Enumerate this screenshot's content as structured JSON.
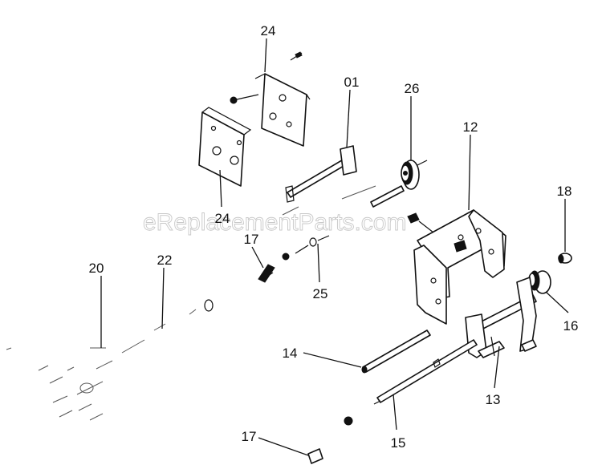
{
  "watermark": "eReplacementParts.com",
  "callouts": [
    {
      "id": "c24a",
      "text": "24"
    },
    {
      "id": "c01",
      "text": "01"
    },
    {
      "id": "c26",
      "text": "26"
    },
    {
      "id": "c12",
      "text": "12"
    },
    {
      "id": "c18",
      "text": "18"
    },
    {
      "id": "c24b",
      "text": "24"
    },
    {
      "id": "c17a",
      "text": "17"
    },
    {
      "id": "c25",
      "text": "25"
    },
    {
      "id": "c20",
      "text": "20"
    },
    {
      "id": "c22",
      "text": "22"
    },
    {
      "id": "c16",
      "text": "16"
    },
    {
      "id": "c14",
      "text": "14"
    },
    {
      "id": "c13",
      "text": "13"
    },
    {
      "id": "c17b",
      "text": "17"
    },
    {
      "id": "c15",
      "text": "15"
    }
  ]
}
